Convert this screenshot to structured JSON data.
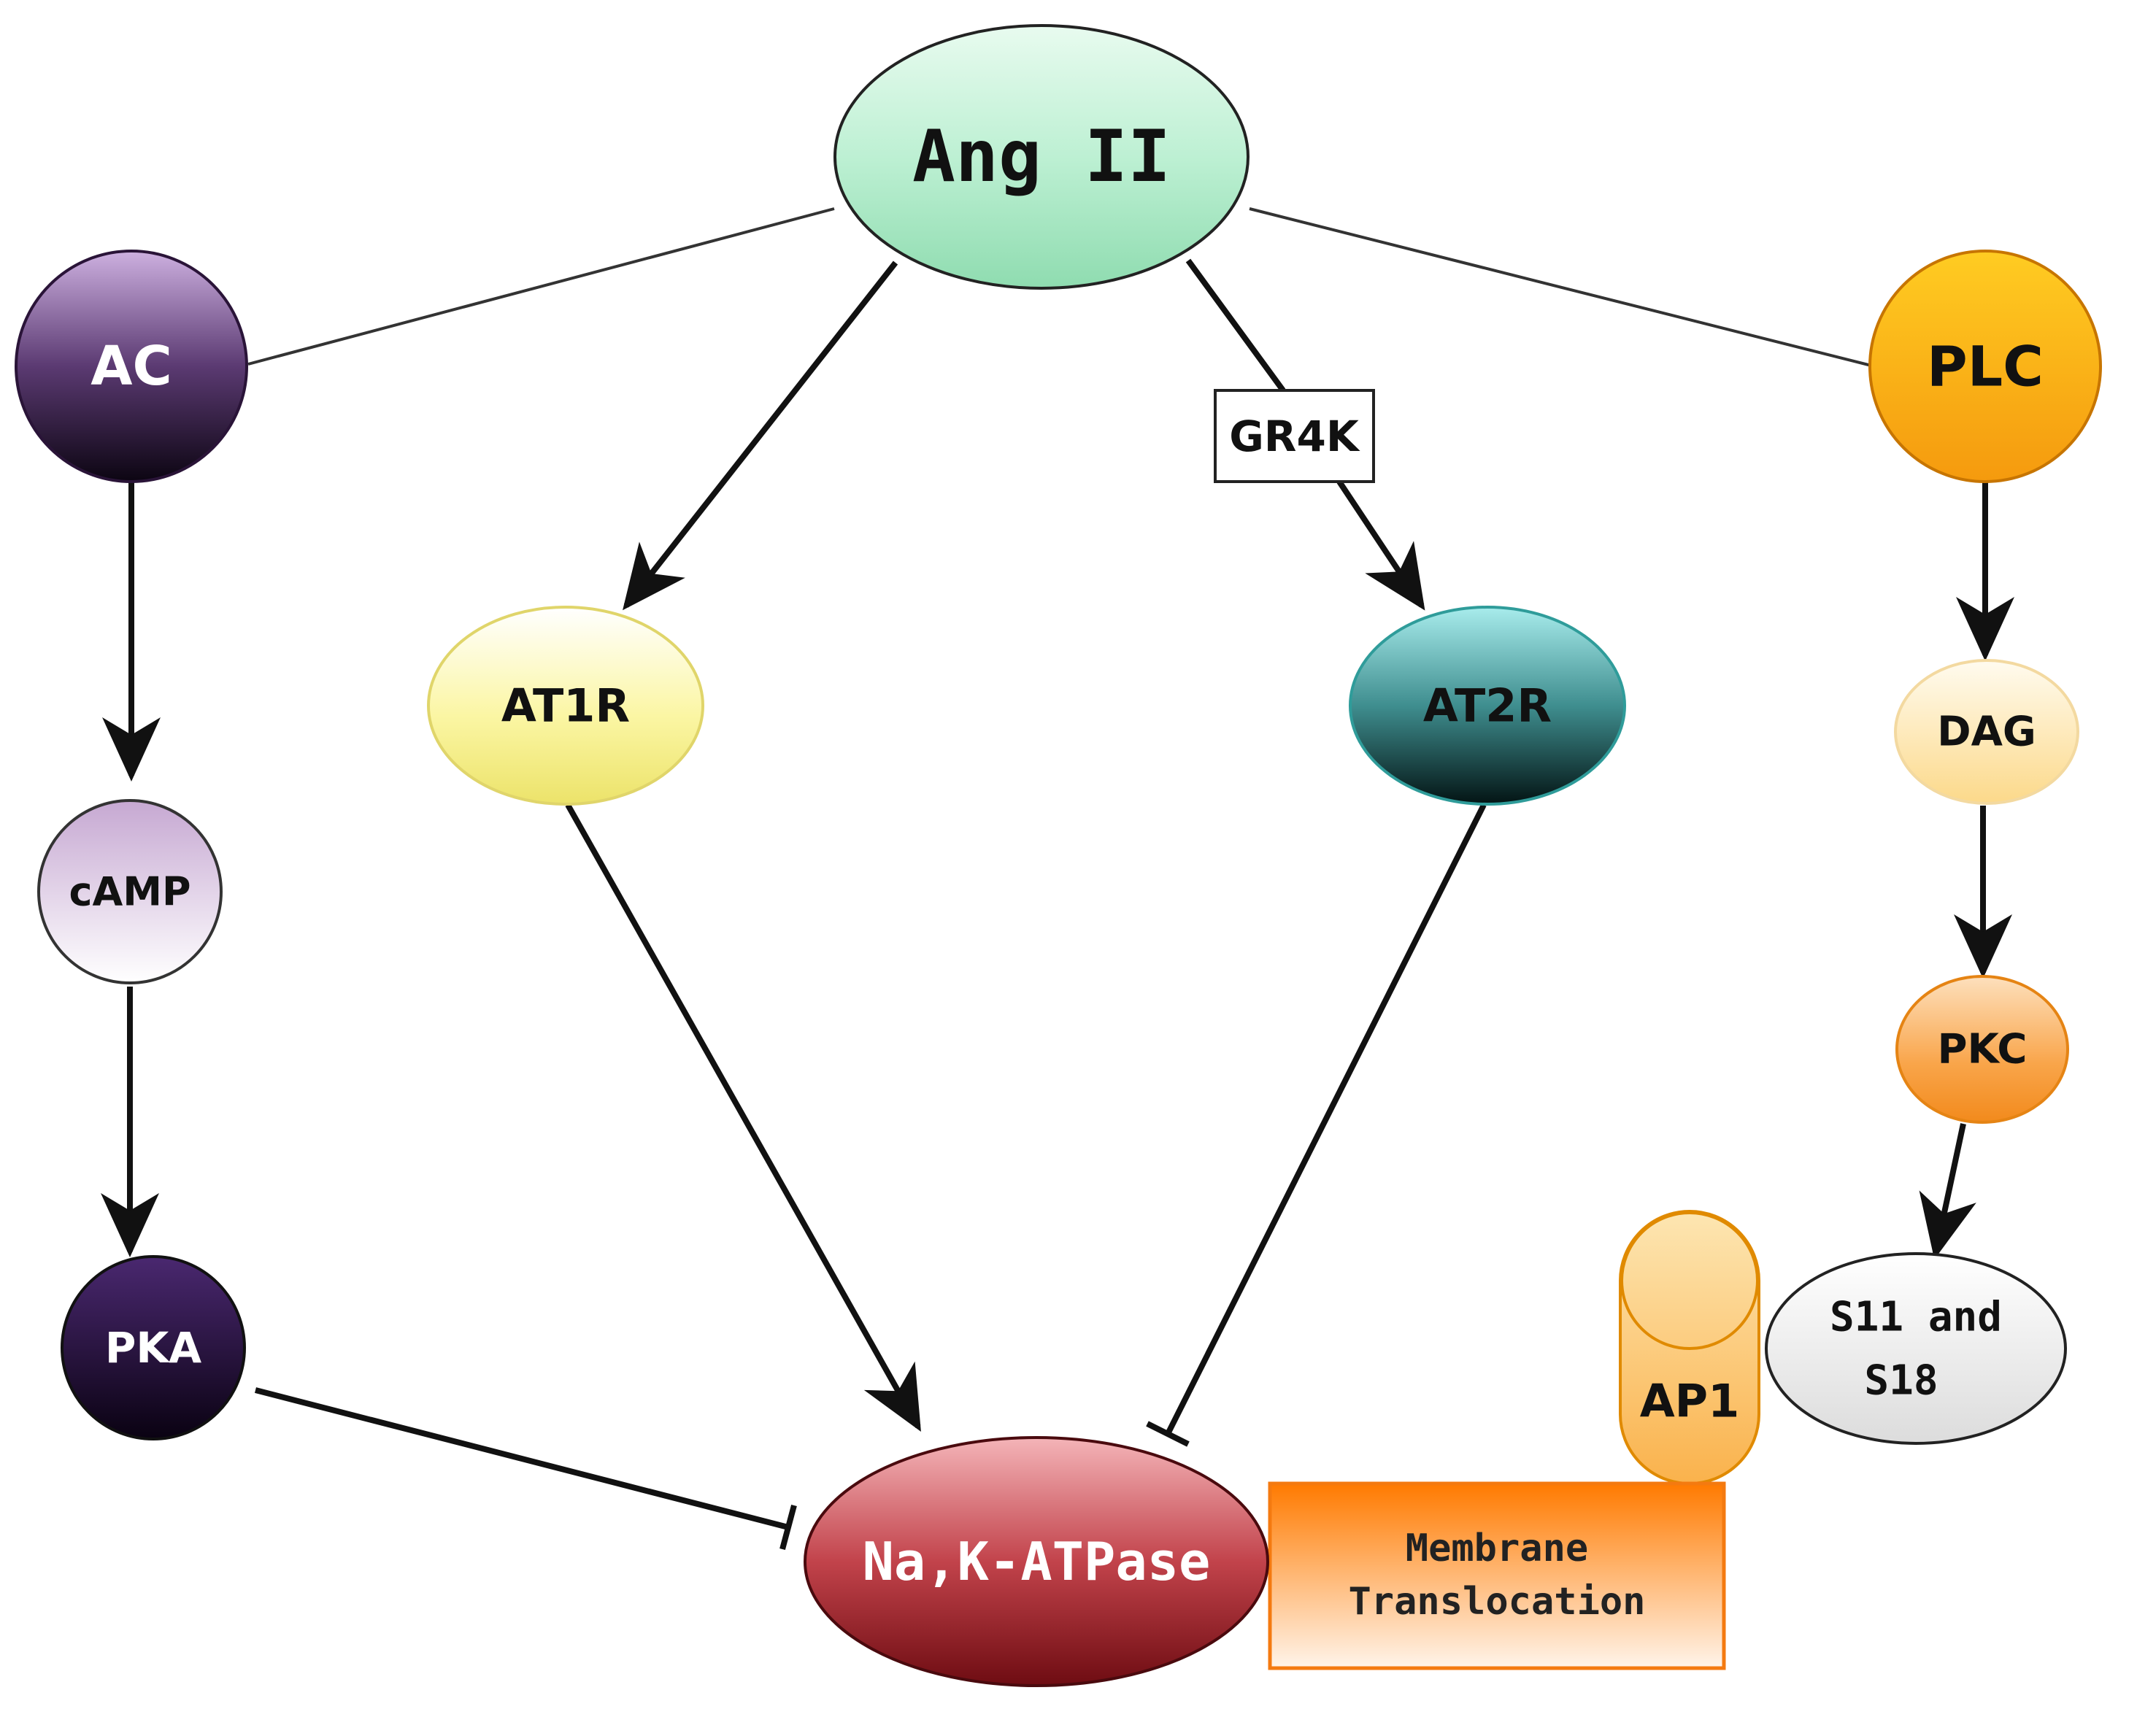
{
  "nodes": {
    "ang_ii": "Ang II",
    "ac": "AC",
    "plc": "PLC",
    "at1r": "AT1R",
    "at2r": "AT2R",
    "gr4k": "GR4K",
    "camp": "cAMP",
    "pka": "PKA",
    "dag": "DAG",
    "pkc": "PKC",
    "ap1": "AP1",
    "s11_s18_line1": "S11 and",
    "s11_s18_line2": "S18",
    "na_k_atpase": "Na,K-ATPase",
    "membrane_line1": "Membrane",
    "membrane_line2": "Translocation"
  },
  "colors": {
    "ang_ii": "#bdf0d3",
    "ac": "#4a2f5c",
    "plc": "#fbb11a",
    "at1r": "#fbf6a4",
    "at2r": "#3f8e8f",
    "camp": "#e3d3e8",
    "pka": "#221032",
    "dag": "#fde9b6",
    "pkc": "#f9a54a",
    "ap1": "#fcc461",
    "s11_s18": "#ececec",
    "na_k_atpase": "#c2434b",
    "membrane": "#ffa147",
    "edge": "#111111"
  }
}
